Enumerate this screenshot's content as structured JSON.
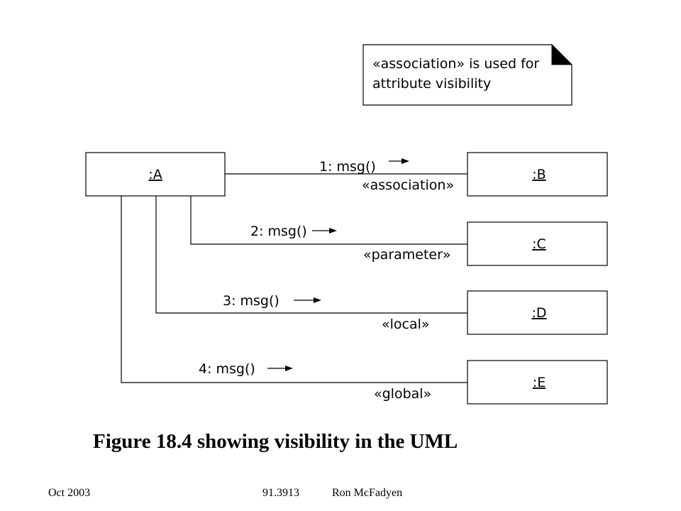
{
  "note": {
    "line1": "«association» is used for",
    "line2": "attribute visibility"
  },
  "objects": {
    "a": ":A",
    "b": ":B",
    "c": ":C",
    "d": ":D",
    "e": ":E"
  },
  "links": [
    {
      "message": "1: msg()",
      "stereotype": "«association»"
    },
    {
      "message": "2: msg()",
      "stereotype": "«parameter»"
    },
    {
      "message": "3: msg()",
      "stereotype": "«local»"
    },
    {
      "message": "4: msg()",
      "stereotype": "«global»"
    }
  ],
  "caption": "Figure 18.4 showing visibility in the UML",
  "footer": {
    "date": "Oct 2003",
    "course": "91.3913",
    "author": "Ron McFadyen"
  }
}
